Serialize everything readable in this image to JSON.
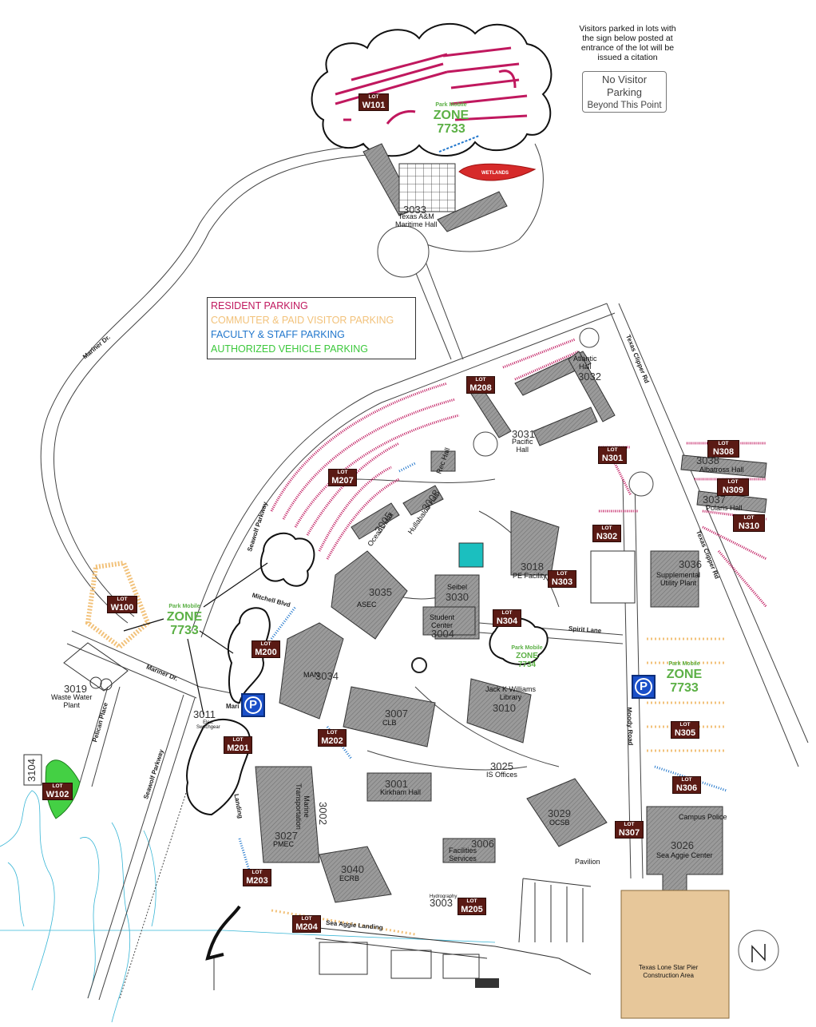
{
  "notice": {
    "lines": [
      "Visitors parked in lots with",
      "the sign below posted at",
      "entrance of the lot will be",
      "issued a citation"
    ],
    "sign": [
      "No Visitor",
      "Parking",
      "Beyond This Point"
    ]
  },
  "legend": [
    {
      "label": "RESIDENT PARKING",
      "color": "#c0185e"
    },
    {
      "label": "COMMUTER & PAID VISITOR PARKING",
      "color": "#f2c27b"
    },
    {
      "label": "FACULTY & STAFF PARKING",
      "color": "#2277cc"
    },
    {
      "label": "AUTHORIZED VEHICLE PARKING",
      "color": "#3cc83c"
    }
  ],
  "lot_prefix": "LOT",
  "lots": {
    "w101": "W101",
    "w100": "W100",
    "w102": "W102",
    "m208": "M208",
    "m207": "M207",
    "m200": "M200",
    "m201": "M201",
    "m202": "M202",
    "m203": "M203",
    "m204": "M204",
    "m205": "M205",
    "n301": "N301",
    "n302": "N302",
    "n303": "N303",
    "n304": "N304",
    "n305": "N305",
    "n306": "N306",
    "n307": "N307",
    "n308": "N308",
    "n309": "N309",
    "n310": "N310"
  },
  "zones": {
    "pm_label": "Park Mobile",
    "zone_label": "ZONE",
    "north": "7733",
    "west": "7733",
    "east": "7733",
    "library": "7734"
  },
  "buildings": {
    "maritime_hall_num": "3033",
    "maritime_hall_name": "Texas A&M\nMaritime Hall",
    "atlantic_name": "Atlantic\nHall",
    "atlantic_num": "3032",
    "pacific_num": "3031",
    "pacific_name": "Pacific\nHall",
    "albatross_num": "3038",
    "albatross_name": "Albatross Hall",
    "polaris_num": "3037",
    "polaris_name": "Polaris Hall",
    "utility_num": "3036",
    "utility_name": "Supplemental\nUtility Plant",
    "pe_num": "3018",
    "pe_name": "PE Facility",
    "seibel_name": "Seibel",
    "seibel_num": "3030",
    "student_center_name": "Student\nCenter",
    "student_center_num": "3004",
    "asec_num": "3035",
    "asec_name": "ASEC",
    "jkw_name": "Jack K Williams\nLibrary",
    "jkw_num": "3010",
    "man_num": "3034",
    "man_name": "MAN",
    "clb_num": "3007",
    "clb_name": "CLB",
    "is_num": "3025",
    "is_name": "IS Offices",
    "kirkham_num": "3001",
    "kirkham_name": "Kirkham Hall",
    "ocsb_num": "3029",
    "ocsb_name": "OCSB",
    "sea_aggie_num": "3026",
    "sea_aggie_name": "Sea Aggie Center",
    "pmec_num": "3027",
    "pmec_name": "PMEC",
    "ecrb_num": "3040",
    "ecrb_name": "ECRB",
    "facilities_num": "3006",
    "facilities_name": "Facilities\nServices",
    "hydrography_num": "3003",
    "hydrography_name": "Hydrography",
    "waste_num": "3019",
    "waste_name": "Waste Water\nPlant",
    "elec_num": "3011",
    "elec_name": "Elec.\nSwitchgear",
    "b3104": "3104",
    "oceans_name": "Oceans Hall",
    "oceans_num": "3005",
    "hullabaloo_name": "Hullabaloo Hall",
    "hullabaloo_num": "3008",
    "marine_trans_num": "3002",
    "marine_trans_name": "Marine\nTransportation",
    "pavilion_name": "Pavilion",
    "campus_police": "Campus Police",
    "rec_hall": "Rec Hall",
    "pier_name": "Texas Lone Star Pier\nConstruction Area",
    "wetlands": "WETLANDS"
  },
  "roads": {
    "mariner_dr_north": "Mariner Dr.",
    "mariner_dr_south": "Mariner Dr.",
    "texas_clipper_north": "Texas Clipper Rd",
    "texas_clipper_south": "Texas Clipper Rd",
    "seawolf_pkwy_north": "Seawolf Parkway",
    "seawolf_pkwy_south": "Seawolf Parkway",
    "mitchell_blvd": "Mitchell Blvd",
    "spirit_lane": "Spirit Lane",
    "moody_road": "Moody Road",
    "pelican_place": "Pelican Place",
    "sea_aggie_landing": "Sea Aggie Landing",
    "landing": "Landing",
    "mari": "Mari"
  },
  "colors": {
    "resident": "#c0185e",
    "commuter": "#f2c27b",
    "faculty": "#2277cc",
    "authorized": "#3cc83c",
    "lot_badge": "#5a1a14",
    "zone_text": "#5cb046",
    "parking_badge": "#1a4fc8",
    "building": "#8a8a8a",
    "pier": "#e7c79a"
  },
  "icons": [
    "parking-icon",
    "north-arrow-icon",
    "tree-cloud-icon"
  ]
}
